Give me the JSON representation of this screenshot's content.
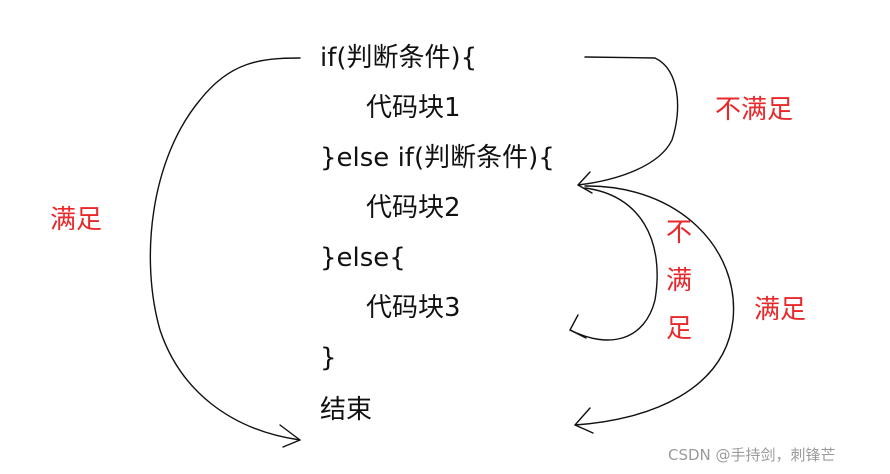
{
  "code": {
    "line1": "if(判断条件){",
    "line2": "代码块1",
    "line3": "}else if(判断条件){",
    "line4": "代码块2",
    "line5": "}else{",
    "line6": "代码块3",
    "line7": "}",
    "line8": "结束"
  },
  "labels": {
    "satisfied_left": "满足",
    "not_satisfied_top": "不满足",
    "not_satisfied_vertical": [
      "不",
      "满",
      "足"
    ],
    "satisfied_right": "满足"
  },
  "watermark": "CSDN @手持剑，刺锋芒",
  "colors": {
    "label_red": "#e8282b",
    "code_text": "#111111",
    "arrow_stroke": "#111111",
    "watermark": "#9a9a9a"
  }
}
